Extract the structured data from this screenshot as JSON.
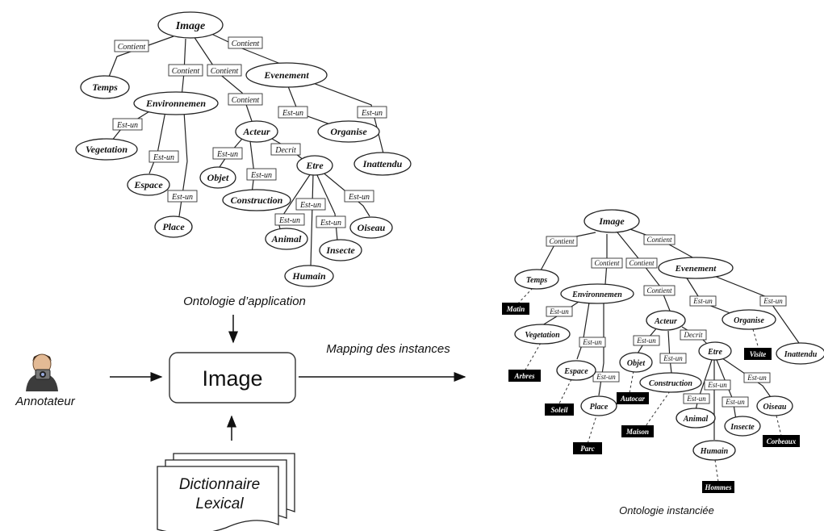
{
  "ontology_app": {
    "nodes": {
      "image": "Image",
      "temps": "Temps",
      "environnement": "Environnemen",
      "evenement": "Evenement",
      "acteur": "Acteur",
      "organise": "Organise",
      "vegetation": "Vegetation",
      "espace": "Espace",
      "place": "Place",
      "objet": "Objet",
      "construction": "Construction",
      "etre": "Etre",
      "inattendu": "Inattendu",
      "animal": "Animal",
      "insecte": "Insecte",
      "oiseau": "Oiseau",
      "humain": "Humain"
    },
    "relations": {
      "contient": "Contient",
      "est_un": "Est-un",
      "decrit": "Decrit"
    }
  },
  "ontology_inst": {
    "nodes": {
      "image": "Image",
      "temps": "Temps",
      "environnement": "Environnemen",
      "evenement": "Evenement",
      "acteur": "Acteur",
      "organise": "Organise",
      "vegetation": "Vegetation",
      "espace": "Espace",
      "place": "Place",
      "objet": "Objet",
      "construction": "Construction",
      "etre": "Etre",
      "inattendu": "Inattendu",
      "animal": "Animal",
      "insecte": "Insecte",
      "oiseau": "Oiseau",
      "humain": "Humain"
    },
    "relations": {
      "contient": "Contient",
      "est_un": "Est-un",
      "decrit": "Decrit"
    },
    "instances": {
      "matin": "Matin",
      "arbres": "Arbres",
      "soleil": "Soleil",
      "parc": "Parc",
      "autocar": "Autocar",
      "maison": "Maison",
      "visite": "Visite",
      "corbeaux": "Corbeaux",
      "hommes": "Hommes"
    }
  },
  "captions": {
    "app": "Ontologie d’application",
    "inst": "Ontologie instanciée",
    "mapping": "Mapping des instances",
    "annotateur": "Annotateur"
  },
  "center": {
    "image": "Image",
    "dictionnaire_line1": "Dictionnaire",
    "dictionnaire_line2": "Lexical"
  }
}
